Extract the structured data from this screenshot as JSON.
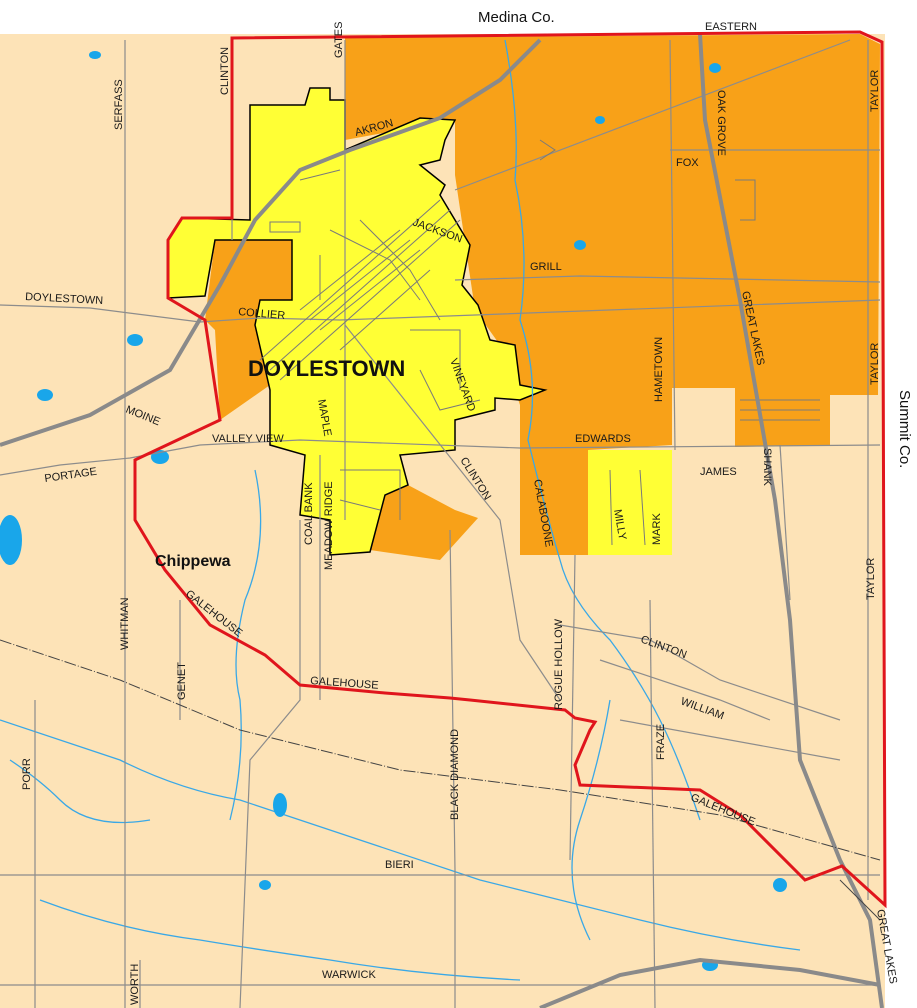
{
  "colors": {
    "background": "#fde3b7",
    "tan_area": "#fde3b7",
    "orange_area": "#f8a118",
    "yellow_area": "#ffff35",
    "township_boundary": "#e0151c",
    "village_boundary": "#000000",
    "water": "#19a6ea",
    "road": "#8c8c8c",
    "highway": "#8a8a8a"
  },
  "edge_labels": {
    "north": "Medina Co.",
    "east": "Summit Co."
  },
  "places": {
    "village": "DOYLESTOWN",
    "township": "Chippewa"
  },
  "roads": {
    "medina_co_top_road": "EASTERN",
    "oak_grove": "OAK GROVE",
    "taylor_top": "TAYLOR",
    "fox": "FOX",
    "serfass": "SERFASS",
    "clinton_nw": "CLINTON",
    "gates": "GATES",
    "akron": "AKRON",
    "jackson": "JACKSON",
    "grill": "GRILL",
    "great_lakes_north": "GREAT LAKES",
    "hametown": "HAMETOWN",
    "taylor_mid": "TAYLOR",
    "doylestown_road": "DOYLESTOWN",
    "collier": "COLLIER",
    "vineyard": "VINEYARD",
    "moine": "MOINE",
    "valley_view": "VALLEY VIEW",
    "maple": "MAPLE",
    "edwards": "EDWARDS",
    "james": "JAMES",
    "shank": "SHANK",
    "portage": "PORTAGE",
    "clinton_mid": "CLINTON",
    "coal_bank": "COAL BANK",
    "meadow_ridge": "MEADOW RIDGE",
    "calaboone": "CALABOONE",
    "milly": "MILLY",
    "mark": "MARK",
    "taylor_south": "TAYLOR",
    "whitman": "WHITMAN",
    "galehouse_west": "GALEHOUSE",
    "rogue_hollow": "ROGUE HOLLOW",
    "clinton_south": "CLINTON",
    "genet": "GENET",
    "galehouse_mid": "GALEHOUSE",
    "black_diamond": "BLACK DIAMOND",
    "william": "WILLIAM",
    "fraze": "FRAZE",
    "porr": "PORR",
    "galehouse_east": "GALEHOUSE",
    "bieri": "BIERI",
    "great_lakes_south": "GREAT LAKES",
    "warwick": "WARWICK",
    "worth": "WORTH"
  }
}
